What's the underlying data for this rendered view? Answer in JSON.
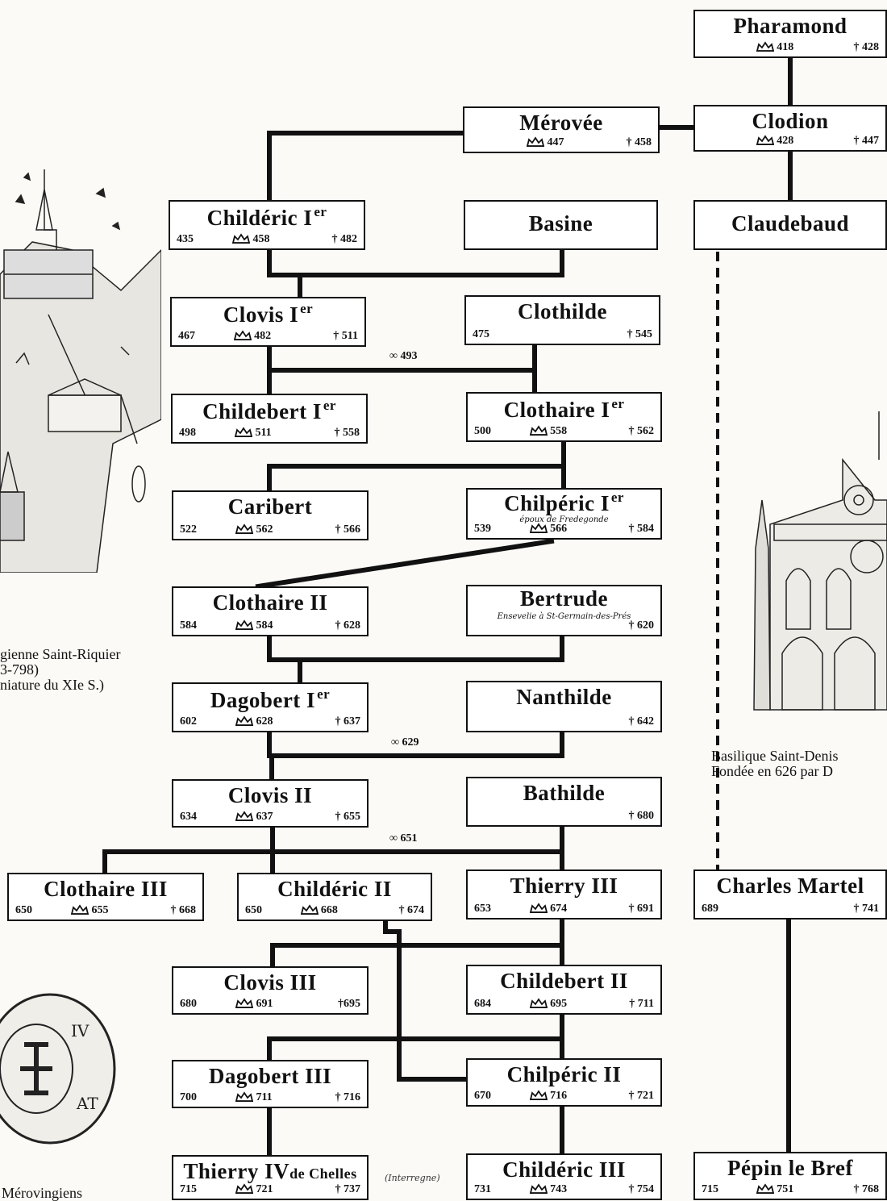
{
  "people": {
    "pharamond": {
      "name": "Pharamond",
      "sup": "",
      "reign": "418",
      "death": "† 428"
    },
    "clodion": {
      "name": "Clodion",
      "sup": "",
      "reign": "428",
      "death": "† 447"
    },
    "claudebaud": {
      "name": "Claudebaud",
      "sup": ""
    },
    "merovee": {
      "name": "Mérovée",
      "sup": "",
      "reign": "447",
      "death": "† 458"
    },
    "childeric1": {
      "name": "Childéric I",
      "sup": "er",
      "birth": "435",
      "reign": "458",
      "death": "† 482"
    },
    "basine": {
      "name": "Basine",
      "sup": ""
    },
    "clovis1": {
      "name": "Clovis I",
      "sup": "er",
      "birth": "467",
      "reign": "482",
      "death": "† 511"
    },
    "clothilde": {
      "name": "Clothilde",
      "sup": "",
      "birth": "475",
      "death": "† 545"
    },
    "childebert1": {
      "name": "Childebert I",
      "sup": "er",
      "birth": "498",
      "reign": "511",
      "death": "† 558"
    },
    "clothaire1": {
      "name": "Clothaire I",
      "sup": "er",
      "birth": "500",
      "reign": "558",
      "death": "† 562"
    },
    "caribert": {
      "name": "Caribert",
      "sup": "",
      "birth": "522",
      "reign": "562",
      "death": "† 566"
    },
    "chilperic1": {
      "name": "Chilpéric I",
      "sup": "er",
      "note": "époux de Fredegonde",
      "birth": "539",
      "reign": "566",
      "death": "† 584"
    },
    "clothaire2": {
      "name": "Clothaire II",
      "sup": "",
      "birth": "584",
      "reign": "584",
      "death": "† 628"
    },
    "bertrude": {
      "name": "Bertrude",
      "sup": "",
      "note": "Ensevelie à St-Germain-des-Prés",
      "death": "† 620"
    },
    "dagobert1": {
      "name": "Dagobert I",
      "sup": "er",
      "birth": "602",
      "reign": "628",
      "death": "† 637"
    },
    "nanthilde": {
      "name": "Nanthilde",
      "sup": "",
      "death": "† 642"
    },
    "clovis2": {
      "name": "Clovis II",
      "sup": "",
      "birth": "634",
      "reign": "637",
      "death": "† 655"
    },
    "bathilde": {
      "name": "Bathilde",
      "sup": "",
      "death": "† 680"
    },
    "clothaire3": {
      "name": "Clothaire III",
      "sup": "",
      "birth": "650",
      "reign": "655",
      "death": "† 668"
    },
    "childeric2": {
      "name": "Childéric II",
      "sup": "",
      "birth": "650",
      "reign": "668",
      "death": "† 674"
    },
    "thierry3": {
      "name": "Thierry III",
      "sup": "",
      "birth": "653",
      "reign": "674",
      "death": "† 691"
    },
    "clovis3": {
      "name": "Clovis III",
      "sup": "",
      "birth": "680",
      "reign": "691",
      "death": "†695"
    },
    "childebert2": {
      "name": "Childebert II",
      "sup": "",
      "birth": "684",
      "reign": "695",
      "death": "† 711"
    },
    "dagobert3": {
      "name": "Dagobert III",
      "sup": "",
      "birth": "700",
      "reign": "711",
      "death": "† 716"
    },
    "chilperic2": {
      "name": "Chilpéric II",
      "sup": "",
      "birth": "670",
      "reign": "716",
      "death": "† 721"
    },
    "thierry4": {
      "name": "Thierry IV",
      "sup": "",
      "suffix": "de Chelles",
      "birth": "715",
      "reign": "721",
      "death": "† 737"
    },
    "childeric3": {
      "name": "Childéric III",
      "sup": "",
      "birth": "731",
      "reign": "743",
      "death": "† 754"
    },
    "charles": {
      "name": "Charles Martel",
      "sup": "",
      "birth": "689",
      "death": "† 741"
    },
    "pepin": {
      "name": "Pépin le Bref",
      "sup": "",
      "birth": "715",
      "reign": "751",
      "death": "† 768"
    }
  },
  "marriages": {
    "m493": "∞ 493",
    "m629": "∞ 629",
    "m651": "∞ 651"
  },
  "interregne": "(Interregne)",
  "captions": {
    "saint_riquier": "gienne Saint-Riquier\n3-798)\nniature du XIe S.)",
    "saint_denis": "Basilique Saint-Denis\nFondée en 626 par D",
    "coin": "Mérovingiens"
  }
}
